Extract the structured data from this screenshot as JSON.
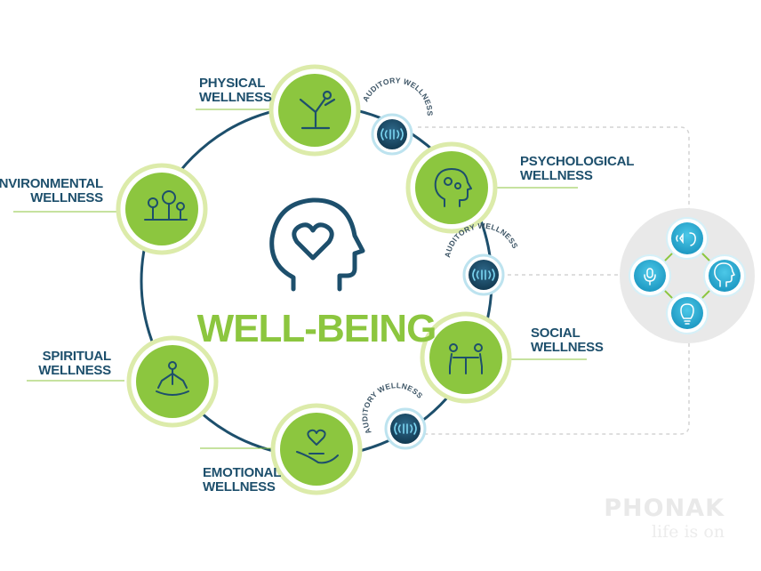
{
  "diagram": {
    "title": "WELL-BEING",
    "dimensions": [
      {
        "id": "physical",
        "line1": "PHYSICAL",
        "line2": "WELLNESS",
        "icon": "yoga-pose-icon"
      },
      {
        "id": "psychological",
        "line1": "PSYCHOLOGICAL",
        "line2": "WELLNESS",
        "icon": "head-gears-icon"
      },
      {
        "id": "social",
        "line1": "SOCIAL",
        "line2": "WELLNESS",
        "icon": "people-at-table-icon"
      },
      {
        "id": "emotional",
        "line1": "EMOTIONAL",
        "line2": "WELLNESS",
        "icon": "heart-in-hand-icon"
      },
      {
        "id": "spiritual",
        "line1": "SPIRITUAL",
        "line2": "WELLNESS",
        "icon": "meditation-icon"
      },
      {
        "id": "environmental",
        "line1": "ENVIRONMENTAL",
        "line2": "WELLNESS",
        "icon": "trees-icon"
      }
    ],
    "auditory_label": "AUDITORY WELLNESS",
    "auditory_icons": [
      "sound-wave-icon",
      "sound-wave-icon",
      "sound-wave-icon"
    ],
    "hearing_cluster_icons": [
      "ear-sound-icon",
      "microphone-icon",
      "head-listening-icon",
      "lightbulb-icon"
    ],
    "colors": {
      "navy": "#1d4f6c",
      "green": "#8cc63f",
      "light_green": "#d8ea9c",
      "cyan": "#3ab6d9",
      "gray": "#e9e9e9"
    }
  },
  "branding": {
    "brand": "PHONAK",
    "tagline": "life is on"
  }
}
